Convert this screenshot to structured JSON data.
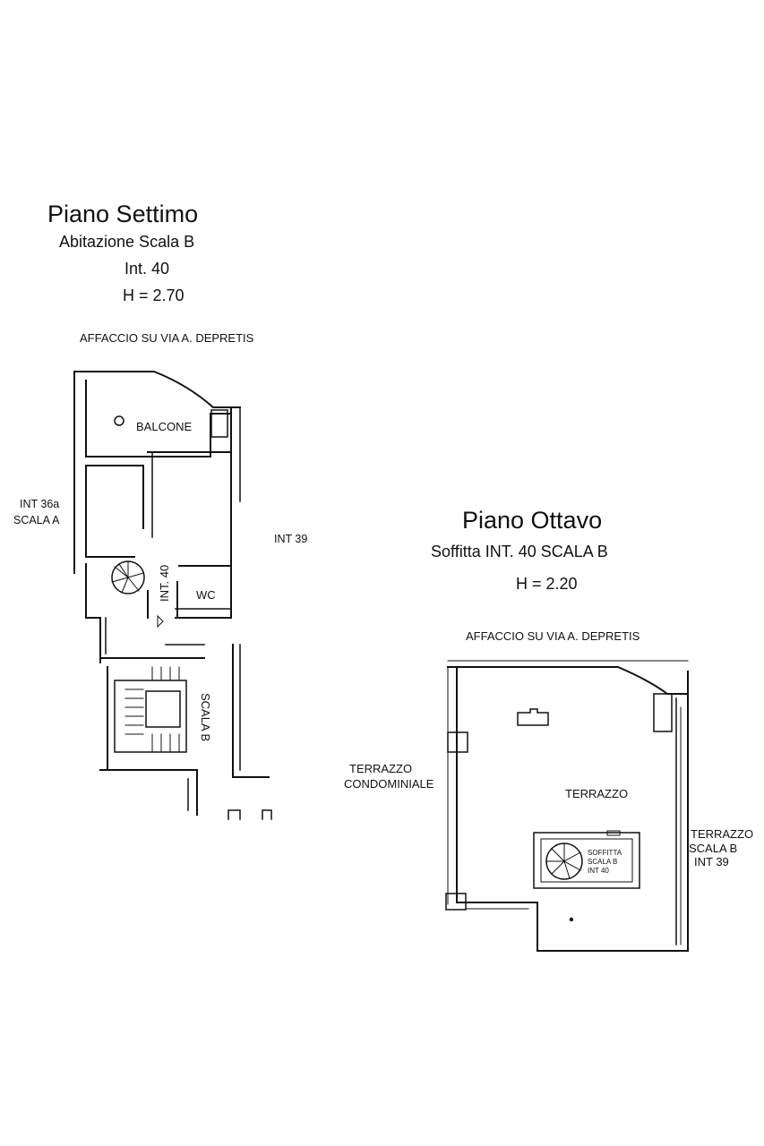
{
  "floor7": {
    "title": "Piano Settimo",
    "subtitle": "Abitazione Scala B",
    "unit": "Int. 40",
    "height": "H = 2.70",
    "facing": "AFFACCIO SU VIA A. DEPRETIS",
    "rooms": {
      "balcone": "BALCONE",
      "wc": "WC",
      "int40": "INT. 40",
      "scala_b": "SCALA B"
    },
    "neighbors": {
      "left_line1": "INT 36a",
      "left_line2": "SCALA A",
      "right": "INT 39"
    }
  },
  "floor8": {
    "title": "Piano Ottavo",
    "subtitle": "Soffitta INT. 40 SCALA B",
    "height": "H = 2.20",
    "facing": "AFFACCIO SU VIA A. DEPRETIS",
    "rooms": {
      "terrazzo": "TERRAZZO",
      "soffitta_line1": "SOFFITTA",
      "soffitta_line2": "SCALA B",
      "soffitta_line3": "INT 40"
    },
    "neighbors": {
      "left_line1": "TERRAZZO",
      "left_line2": "CONDOMINIALE",
      "right_line1": "TERRAZZO",
      "right_line2": "SCALA B",
      "right_line3": "INT 39"
    }
  }
}
